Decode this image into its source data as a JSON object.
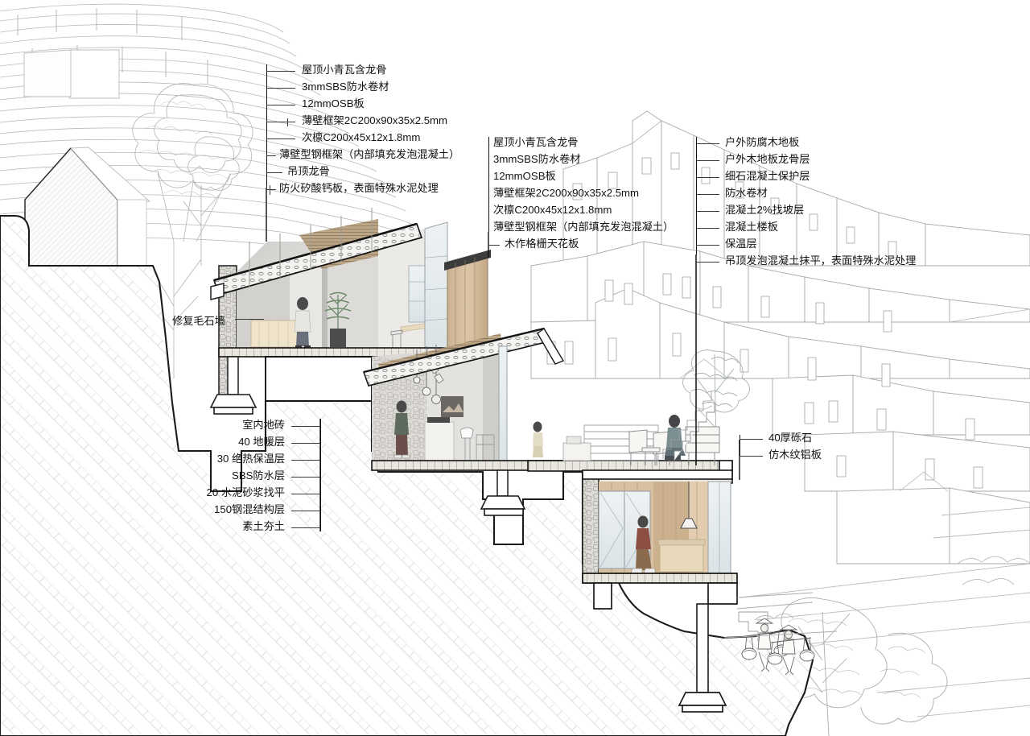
{
  "drawing": {
    "type": "architectural-section",
    "title": "Hillside dwelling — building section with construction callouts",
    "language": "zh-CN"
  },
  "annotations": {
    "roof_upper": {
      "name": "upper-roof-construction-callout",
      "items": [
        "屋顶小青瓦含龙骨",
        "3mmSBS防水卷材",
        "12mmOSB板",
        "薄壁框架2C200x90x35x2.5mm",
        "次檩C200x45x12x1.8mm",
        "薄壁型钢框架（内部填充发泡混凝土）",
        "吊顶龙骨",
        "防火矽酸钙板，表面特殊水泥处理"
      ]
    },
    "roof_middle": {
      "name": "middle-roof-construction-callout",
      "items": [
        "屋顶小青瓦含龙骨",
        "3mmSBS防水卷材",
        "12mmOSB板",
        "薄壁框架2C200x90x35x2.5mm",
        "次檩C200x45x12x1.8mm",
        "薄壁型钢框架（内部填充发泡混凝土）",
        "木作格栅天花板"
      ]
    },
    "terrace_deck": {
      "name": "terrace-deck-construction-callout",
      "items": [
        "户外防腐木地板",
        "户外木地板龙骨层",
        "细石混凝土保护层",
        "防水卷材",
        "混凝土2%找坡层",
        "混凝土楼板",
        "保温层",
        "吊顶发泡混凝土抹平，表面特殊水泥处理"
      ]
    },
    "ground_floor": {
      "name": "ground-floor-construction-callout",
      "items": [
        "室内地砖",
        "40 地暖层",
        "30 绝热保温层",
        "SBS防水层",
        "20 水泥砂浆找平",
        "150钢混结构层",
        "素土夯土"
      ]
    },
    "gravel_roof": {
      "name": "lower-roof-construction-callout",
      "items": [
        "40厚砾石",
        "仿木纹铝板"
      ]
    },
    "stone_wall": {
      "name": "repaired-rubble-wall-callout",
      "label": "修复毛石墙"
    }
  },
  "colors": {
    "ink": "#111111",
    "leader": "#3a3a3a",
    "hatch": "#d8dadd",
    "context_line": "#9a9ea3",
    "concrete": "#c9c8c4",
    "concrete_light": "#dcdbd7",
    "wood": "#c8ab85",
    "wood_light": "#e0cdae",
    "glass": "#e4eaee",
    "stone": "#cfcdc8",
    "figure_a": "#5e6a6c",
    "figure_b": "#8d4f44",
    "foliage": "#b9c3bd"
  }
}
